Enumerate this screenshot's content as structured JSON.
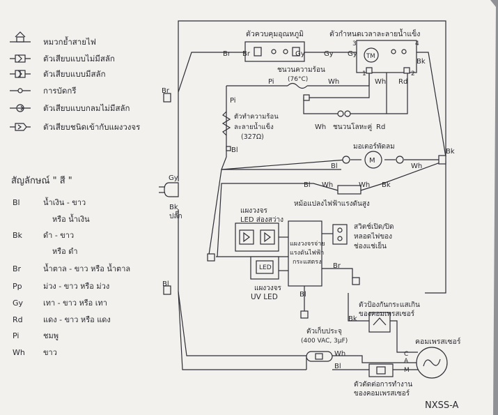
{
  "legend": {
    "symbols": [
      {
        "icon": "wire-cap-icon",
        "label": "หมวกย้ำสายไฟ"
      },
      {
        "icon": "connector-no-lock-icon",
        "label": "ตัวเสียบแบบไม่มีสลัก"
      },
      {
        "icon": "connector-lock-icon",
        "label": "ตัวเสียบแบบมีสลัก"
      },
      {
        "icon": "crimp-icon",
        "label": "การบัดกรี"
      },
      {
        "icon": "round-connector-icon",
        "label": "ตัวเสียบแบบกลมไม่มีสลัก"
      },
      {
        "icon": "pcb-connector-icon",
        "label": "ตัวเสียบชนิดเข้ากับแผงวงจร"
      }
    ],
    "colors_title": "สัญลักษณ์ \" สี \"",
    "colors": [
      {
        "code": "Bl",
        "lines": [
          "น้ำเงิน - ขาว",
          "หรือ น้ำเงิน"
        ]
      },
      {
        "code": "Bk",
        "lines": [
          "ดำ - ขาว",
          "หรือ ดำ"
        ]
      },
      {
        "code": "Br",
        "lines": [
          "น้ำตาล - ขาว หรือ น้ำตาล"
        ]
      },
      {
        "code": "Pp",
        "lines": [
          "ม่วง - ขาว หรือ ม่วง"
        ]
      },
      {
        "code": "Gy",
        "lines": [
          "เทา - ขาว หรือ เทา"
        ]
      },
      {
        "code": "Rd",
        "lines": [
          "แดง - ขาว หรือ แดง"
        ]
      },
      {
        "code": "Pi",
        "lines": [
          "ชมพู"
        ]
      },
      {
        "code": "Wh",
        "lines": [
          "ขาว"
        ]
      }
    ]
  },
  "components": {
    "thermostat": "ตัวควบคุมอุณหภูมิ",
    "defrost_timer": "ตัวกำหนดเวลาละลายน้ำแข็ง",
    "timer_motor": "TM",
    "fuse": "ชนวนความร้อน",
    "fuse_temp": "(76°C)",
    "bimetal": "ชนวนโลหะคู่",
    "heater": "ตัวทำความร้อน",
    "heater_2": "ละลายน้ำแข็ง",
    "heater_ohm": "(327Ω)",
    "fan_motor": "มอเตอร์พัดลม",
    "motor_symbol": "M",
    "transformer": "หม้อแปลงไฟฟ้าแรงดันสูง",
    "pcb_led": "แผงวงจร",
    "pcb_led_2": "LED ส่องสว่าง",
    "power_board": "แผงวงจรจ่าย",
    "power_board_2": "แรงดันไฟฟ้า",
    "power_board_3": "กระแสตรง",
    "door_switch": "สวิตช์เปิด/ปิด",
    "door_switch_2": "หลอดไฟของ",
    "door_switch_3": "ช่องแช่เย็น",
    "uv_led_chip": "LED",
    "uv_board": "แผงวงจร",
    "uv_board_2": "UV LED",
    "plug": "ปลั๊ก",
    "capacitor": "ตัวเก็บประจุ",
    "capacitor_spec": "(400 VAC, 3µF)",
    "overload": "ตัวป้องกันกระแสเกิน",
    "overload_2": "ของคอมเพรสเซอร์",
    "relay": "ตัวตัดต่อการทำงาน",
    "relay_2": "ของคอมเพรสเซอร์",
    "compressor": "คอมเพรสเซอร์"
  },
  "terminals": {
    "t1": "1",
    "t2": "2",
    "t3": "3",
    "t4": "4",
    "c": "C",
    "a": "A",
    "m": "M"
  },
  "wires": {
    "br": "Br",
    "gy": "Gy",
    "bk": "Bk",
    "pi": "Pi",
    "wh": "Wh",
    "bl": "Bl",
    "rd": "Rd"
  },
  "model": "NXSS-A"
}
